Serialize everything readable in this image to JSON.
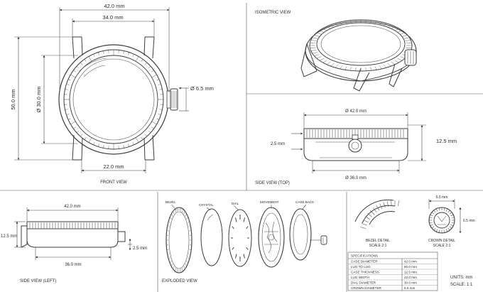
{
  "front": {
    "width_total": "42.0 mm",
    "width_inner": "34.0 mm",
    "height_total": "50.0 mm",
    "dial_diameter": "Ø 30.0 mm",
    "crown_diameter": "Ø 6.5 mm",
    "lug_width": "22.0 mm",
    "title": "FRONT VIEW"
  },
  "isometric": {
    "title": "ISOMETRIC VIEW"
  },
  "side_top": {
    "width_top": "Ø 42.0 mm",
    "height": "12.5 mm",
    "crystal_height": "2.5 mm",
    "width_bottom": "Ø 36.0 mm",
    "title": "SIDE VIEW (TOP)"
  },
  "side_left": {
    "width_top": "42.0 mm",
    "height": "12.5 mm",
    "crystal_height": "2.5 mm",
    "width_bottom": "36.0 mm",
    "title": "SIDE VIEW (LEFT)"
  },
  "exploded": {
    "labels": [
      "BEZEL",
      "CRYSTAL",
      "DIAL",
      "MOVEMENT",
      "CASE BACK"
    ],
    "title": "EXPLODED VIEW"
  },
  "bezel_detail": {
    "title": "BEZEL DETAIL",
    "scale": "SCALE 2:1"
  },
  "crown_detail": {
    "width": "6.5 mm",
    "height": "6.5 mm",
    "title": "CROWN DETAIL",
    "scale": "SCALE 2:1"
  },
  "specs": {
    "title": "SPECIFICATIONS",
    "rows": [
      {
        "label": "CASE DIAMETER",
        "value": "42.0 mm"
      },
      {
        "label": "LUG TO LUG",
        "value": "50.0 mm"
      },
      {
        "label": "CASE THICKNESS",
        "value": "12.5 mm"
      },
      {
        "label": "LUG WIDTH",
        "value": "22.0 mm"
      },
      {
        "label": "DIAL DIAMETER",
        "value": "30.0 mm"
      },
      {
        "label": "CROWN DIAMETER",
        "value": "6.5 mm"
      }
    ]
  },
  "units": "UNITS: mm",
  "scale": "SCALE: 1:1"
}
